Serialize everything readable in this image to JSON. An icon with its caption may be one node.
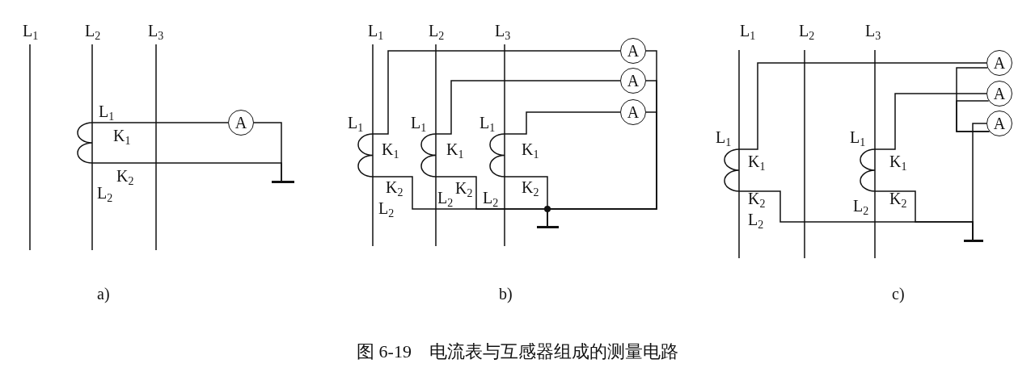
{
  "diagram": {
    "caption": "图 6-19　电流表与互感器组成的测量电路",
    "nodes": [
      {
        "text": [],
        "shape": "coil",
        "beside": [
          "L$_{1}$",
          "K$_{1}$",
          "K$_{2}$",
          "L$_{2}$"
        ]
      },
      {
        "text": [
          "A"
        ]
      },
      {
        "text": [],
        "shape": "ground"
      },
      {
        "text": [
          "A"
        ]
      },
      {
        "text": [
          "A"
        ]
      },
      {
        "text": [
          "A"
        ]
      },
      {
        "text": [],
        "shape": "coil",
        "beside": [
          "L$_{1}$",
          "K$_{1}$",
          "K$_{2}$",
          "L$_{2}$"
        ]
      },
      {
        "text": [],
        "shape": "coil",
        "beside": [
          "L$_{1}$",
          "K$_{1}$",
          "K$_{2}$",
          "L$_{2}$"
        ]
      },
      {
        "text": [],
        "shape": "coil",
        "beside": [
          "L$_{1}$",
          "K$_{1}$",
          "K$_{2}$",
          "L$_{2}$"
        ]
      },
      {
        "text": [],
        "shape": "ground"
      },
      {
        "text": [
          "A"
        ]
      },
      {
        "text": [
          "A"
        ]
      },
      {
        "text": [
          "A"
        ]
      },
      {
        "text": [],
        "shape": "coil",
        "beside": [
          "L$_{1}$",
          "K$_{1}$",
          "K$_{2}$",
          "L$_{2}$"
        ]
      },
      {
        "text": [],
        "shape": "coil",
        "beside": [
          "L$_{1}$",
          "K$_{1}$",
          "K$_{2}$",
          "L$_{2}$"
        ]
      },
      {
        "text": [],
        "shape": "ground"
      }
    ],
    "edges": [
      {
        "from": 0,
        "to": 1,
        "arrow": "none"
      },
      {
        "from": 1,
        "to": 2,
        "arrow": "none"
      },
      {
        "from": 0,
        "to": 2,
        "arrow": "none"
      },
      {
        "from": 6,
        "to": 3,
        "arrow": "none"
      },
      {
        "from": 7,
        "to": 4,
        "arrow": "none"
      },
      {
        "from": 8,
        "to": 5,
        "arrow": "none"
      },
      {
        "from": 3,
        "to": 9,
        "arrow": "none"
      },
      {
        "from": 4,
        "to": 9,
        "arrow": "none"
      },
      {
        "from": 5,
        "to": 9,
        "arrow": "none"
      },
      {
        "from": 6,
        "to": 9,
        "arrow": "none"
      },
      {
        "from": 7,
        "to": 9,
        "arrow": "none"
      },
      {
        "from": 8,
        "to": 9,
        "arrow": "none"
      },
      {
        "from": 13,
        "to": 10,
        "arrow": "none"
      },
      {
        "from": 14,
        "to": 11,
        "arrow": "none"
      },
      {
        "from": 10,
        "to": 12,
        "arrow": "none"
      },
      {
        "from": 11,
        "to": 12,
        "arrow": "none"
      },
      {
        "from": 12,
        "to": 15,
        "arrow": "none"
      },
      {
        "from": 13,
        "to": 15,
        "arrow": "none"
      },
      {
        "from": 14,
        "to": 15,
        "arrow": "none"
      }
    ],
    "labels": [
      "L$_{1}$",
      "L$_{2}$",
      "L$_{3}$",
      "L$_{1}$",
      "L$_{2}$",
      "L$_{3}$",
      "L$_{1}$",
      "L$_{2}$",
      "L$_{3}$",
      "a)",
      "b)",
      "c)"
    ]
  }
}
